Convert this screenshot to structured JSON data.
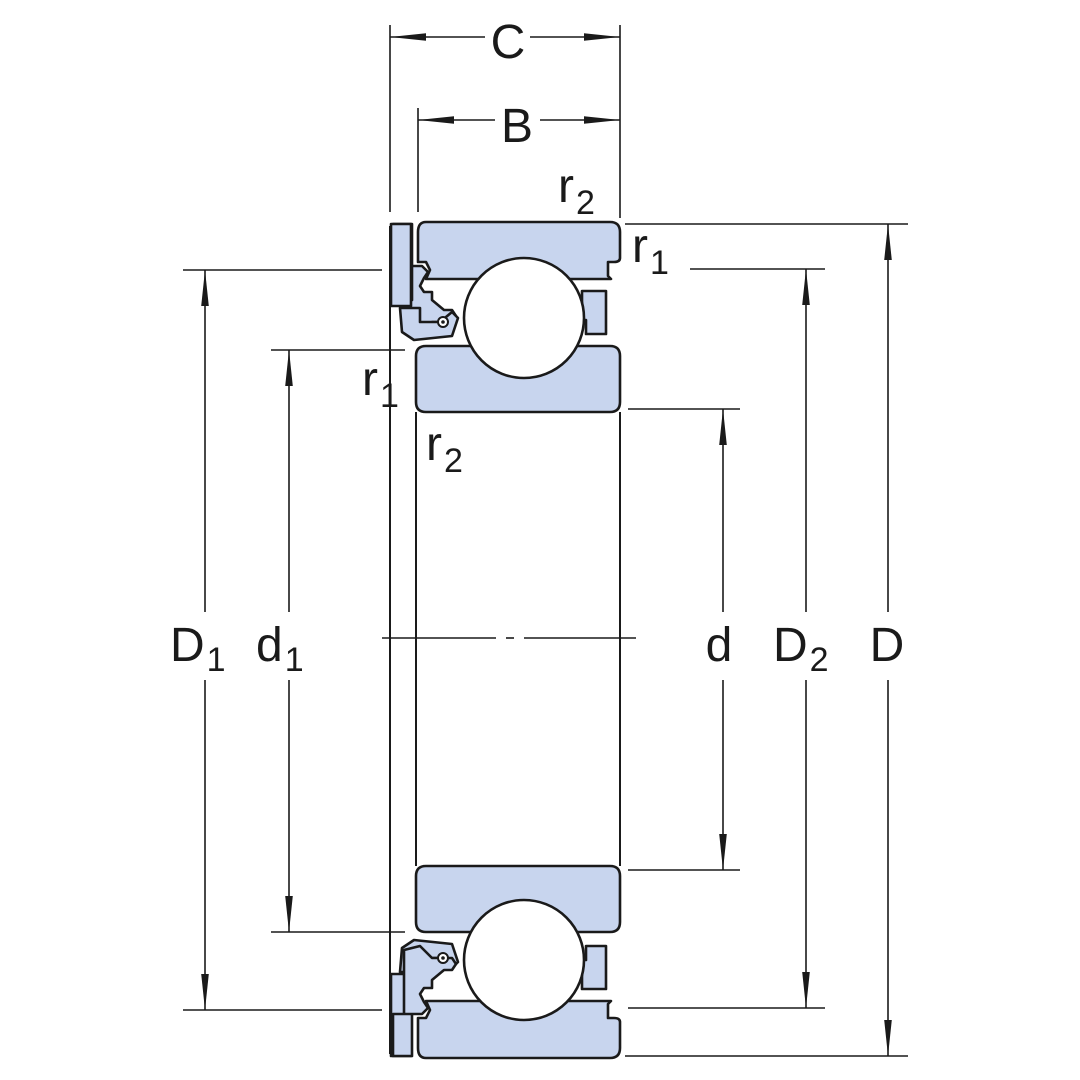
{
  "diagram": {
    "labels": {
      "C": "C",
      "B": "B",
      "r2_top": {
        "main": "r",
        "sub": "2"
      },
      "r1_top": {
        "main": "r",
        "sub": "1"
      },
      "r1_left": {
        "main": "r",
        "sub": "1"
      },
      "r2_left": {
        "main": "r",
        "sub": "2"
      },
      "D1": {
        "main": "D",
        "sub": "1"
      },
      "d1": {
        "main": "d",
        "sub": "1"
      },
      "d": "d",
      "D2": {
        "main": "D",
        "sub": "2"
      },
      "D": "D"
    },
    "colors": {
      "fill": "#c8d5ee",
      "stroke": "#1a1a1a",
      "ball": "#ffffff"
    }
  }
}
